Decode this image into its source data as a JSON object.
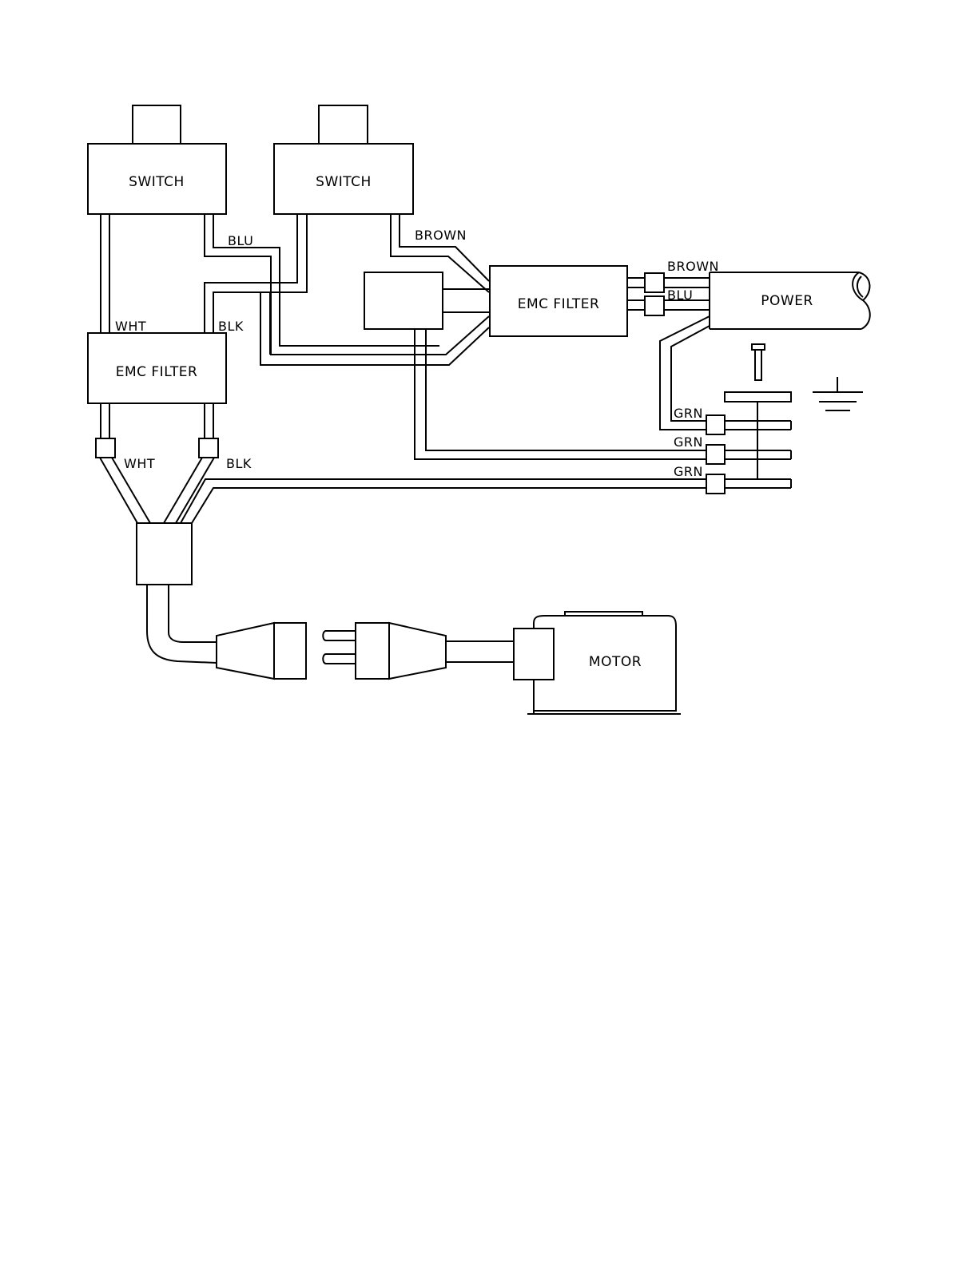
{
  "components": {
    "switch_left": "SWITCH",
    "switch_right": "SWITCH",
    "emc_filter_left": "EMC  FILTER",
    "emc_filter_right": "EMC  FILTER",
    "power": "POWER",
    "motor": "MOTOR"
  },
  "wire_labels": {
    "blu_top": "BLU",
    "brown_top": "BROWN",
    "wht_upper": "WHT",
    "blk_upper": "BLK",
    "wht_lower": "WHT",
    "blk_lower": "BLK",
    "brown_power": "BROWN",
    "blu_power": "BLU",
    "grn_1": "GRN",
    "grn_2": "GRN",
    "grn_3": "GRN"
  },
  "colors": {
    "line": "#000000",
    "background": "#ffffff"
  }
}
